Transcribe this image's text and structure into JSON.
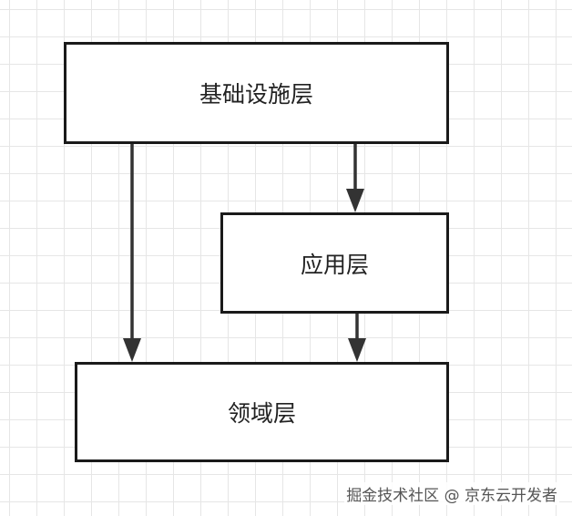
{
  "nodes": {
    "infrastructure": {
      "label": "基础设施层"
    },
    "application": {
      "label": "应用层"
    },
    "domain": {
      "label": "领域层"
    }
  },
  "edges": [
    {
      "from": "infrastructure",
      "to": "application"
    },
    {
      "from": "infrastructure",
      "to": "domain"
    },
    {
      "from": "application",
      "to": "domain"
    }
  ],
  "watermark": "掘金技术社区 @ 京东云开发者",
  "colors": {
    "stroke": "#1a1a1a",
    "grid": "#e6e6e6",
    "background": "#ffffff"
  }
}
